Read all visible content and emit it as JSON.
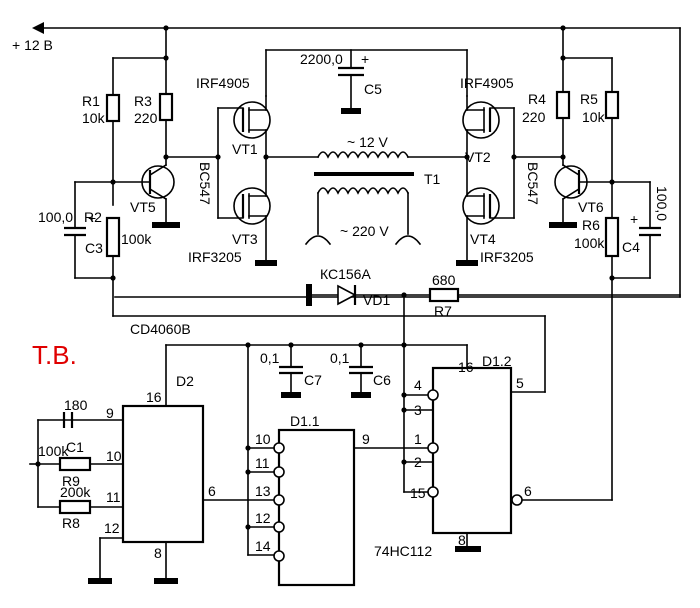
{
  "supply_label": "+ 12 В",
  "corner_note": "T.B.",
  "accent_color": "#e00000",
  "components": {
    "R1": {
      "ref": "R1",
      "value": "10k"
    },
    "R2": {
      "ref": "R2",
      "value": "100k"
    },
    "R3": {
      "ref": "R3",
      "value": "220"
    },
    "R4": {
      "ref": "R4",
      "value": "220"
    },
    "R5": {
      "ref": "R5",
      "value": "10k"
    },
    "R6": {
      "ref": "R6",
      "value": "100k"
    },
    "R7": {
      "ref": "R7",
      "value": "680"
    },
    "R8": {
      "ref": "R8",
      "value": "200k"
    },
    "R9": {
      "ref": "R9",
      "value": "100k"
    },
    "C1": {
      "ref": "C1",
      "value": "180"
    },
    "C3": {
      "ref": "C3",
      "value": "100,0"
    },
    "C4": {
      "ref": "C4",
      "value": "100,0"
    },
    "C5": {
      "ref": "C5",
      "value": "2200,0"
    },
    "C6": {
      "ref": "C6",
      "value": "0,1"
    },
    "C7": {
      "ref": "C7",
      "value": "0,1"
    },
    "VT1": {
      "ref": "VT1",
      "part": "IRF4905"
    },
    "VT2": {
      "ref": "VT2",
      "part": "IRF4905"
    },
    "VT3": {
      "ref": "VT3",
      "part": "IRF3205"
    },
    "VT4": {
      "ref": "VT4",
      "part": "IRF3205"
    },
    "VT5": {
      "ref": "VT5",
      "part": "BC547"
    },
    "VT6": {
      "ref": "VT6",
      "part": "BC547"
    },
    "VD1": {
      "ref": "VD1",
      "part": "КС156А"
    },
    "T1": {
      "ref": "T1",
      "primary": "~ 12 V",
      "secondary": "~ 220 V"
    },
    "D2": {
      "ref": "D2",
      "part": "CD4060B"
    },
    "D1_1": {
      "ref": "D1.1"
    },
    "D1_2": {
      "ref": "D1.2",
      "part": "74HC112"
    }
  },
  "capacitor_polarity": "+",
  "pins": {
    "D2": {
      "p9": "9",
      "p10": "10",
      "p11": "11",
      "p12": "12",
      "p16": "16",
      "p8": "8",
      "p6": "6"
    },
    "D1_1": {
      "p10": "10",
      "p11": "11",
      "p13": "13",
      "p12": "12",
      "p14": "14",
      "p9": "9"
    },
    "D1_2": {
      "p4": "4",
      "p3": "3",
      "p1": "1",
      "p2": "2",
      "p15": "15",
      "p16": "16",
      "p5": "5",
      "p6": "6",
      "p8": "8"
    }
  }
}
